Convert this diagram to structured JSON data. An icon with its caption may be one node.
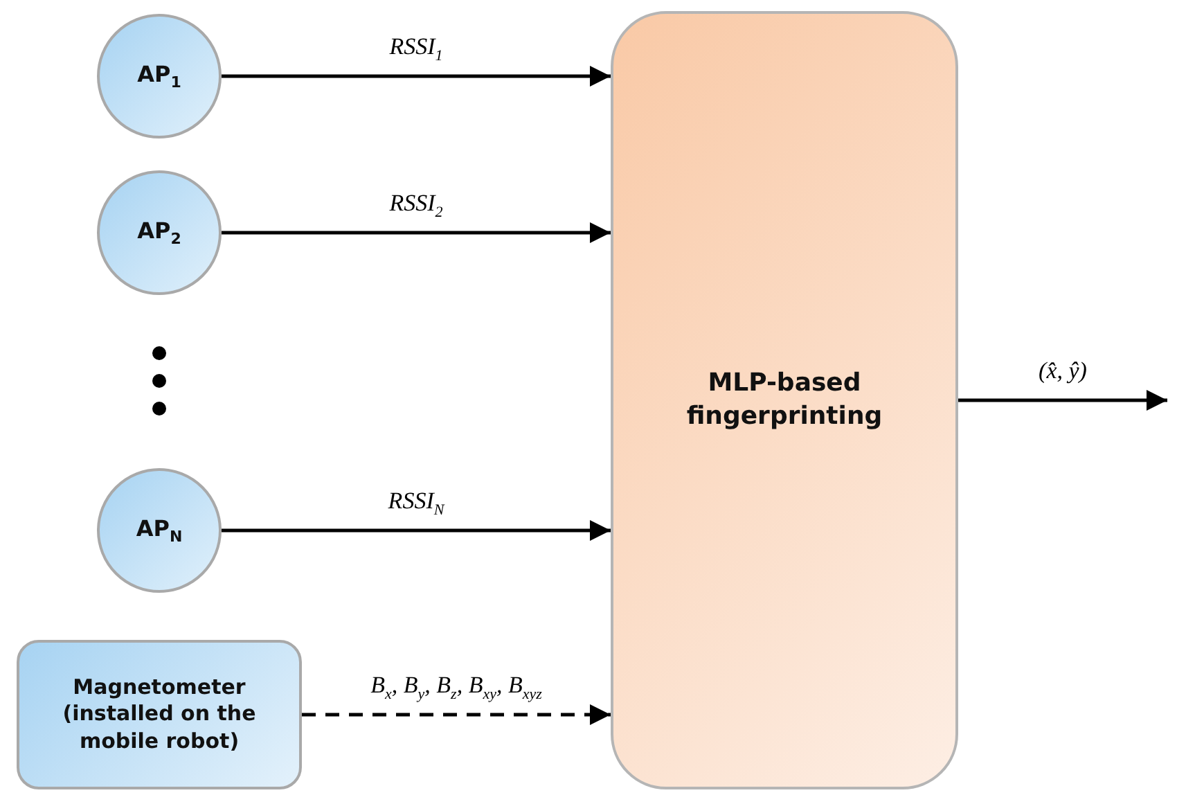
{
  "diagram": {
    "nodes": [
      {
        "text": [
          "AP$_{1}$"
        ]
      },
      {
        "text": [
          "AP$_{2}$"
        ]
      },
      {
        "text": [
          "AP$_{N}$"
        ]
      },
      {
        "text": [
          "Magnetometer (installed on the mobile robot)"
        ]
      },
      {
        "text": [
          "MLP-based fingerprinting"
        ]
      }
    ],
    "edges": [
      {
        "from": 0,
        "to": 4,
        "arrow": "to",
        "label": "RSSI$_{1}$"
      },
      {
        "from": 1,
        "to": 4,
        "arrow": "to",
        "label": "RSSI$_{2}$"
      },
      {
        "from": 2,
        "to": 4,
        "arrow": "to",
        "label": "RSSI$_{N}$"
      },
      {
        "from": 3,
        "to": 4,
        "arrow": "to",
        "label": "B$_{x}$, B$_{y}$, B$_{z}$, B$_{xy}$, B$_{xyz}$",
        "style": "dashed"
      },
      {
        "from": 4,
        "to": null,
        "arrow": "to",
        "label": "(x̂, ŷ)"
      }
    ]
  }
}
